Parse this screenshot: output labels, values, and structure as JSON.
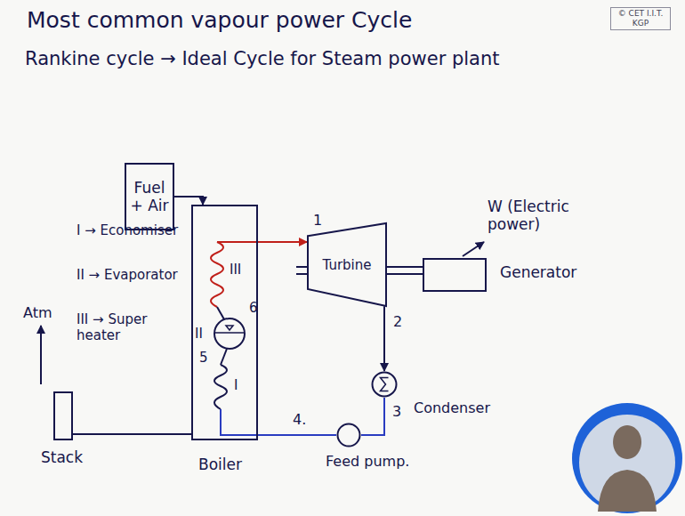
{
  "diagram": {
    "title": "Most common vapour power Cycle",
    "nodes": [
      {
        "text": [
          "Fuel + Air"
        ]
      },
      {
        "text": [
          "Boiler"
        ]
      },
      {
        "text": [
          "Turbine"
        ]
      },
      {
        "text": [
          "Generator"
        ]
      },
      {
        "text": [
          "Condenser"
        ]
      },
      {
        "text": [
          "Feed pump."
        ]
      },
      {
        "text": [
          "Stack"
        ]
      }
    ],
    "edges": [
      {
        "from": 0,
        "to": 1,
        "arrow": "to"
      },
      {
        "from": 1,
        "to": 2,
        "label": "1",
        "arrow": "to"
      },
      {
        "from": 2,
        "to": 4,
        "label": "2",
        "arrow": "to"
      },
      {
        "from": 4,
        "to": 5,
        "label": "3",
        "arrow": "none"
      },
      {
        "from": 5,
        "to": 1,
        "label": "4.",
        "arrow": "none"
      },
      {
        "from": 1,
        "to": 6,
        "arrow": "none"
      },
      {
        "from": 2,
        "to": 3,
        "arrow": "none"
      }
    ],
    "labels": [
      "Rankine cycle → Ideal Cycle for Steam power plant",
      "© CET I.I.T. KGP",
      "I → Economiser",
      "II → Evaporator",
      "III → Super heater",
      "Atm",
      "III",
      "6",
      "II",
      "5",
      "I",
      "W (Electric power)"
    ]
  }
}
